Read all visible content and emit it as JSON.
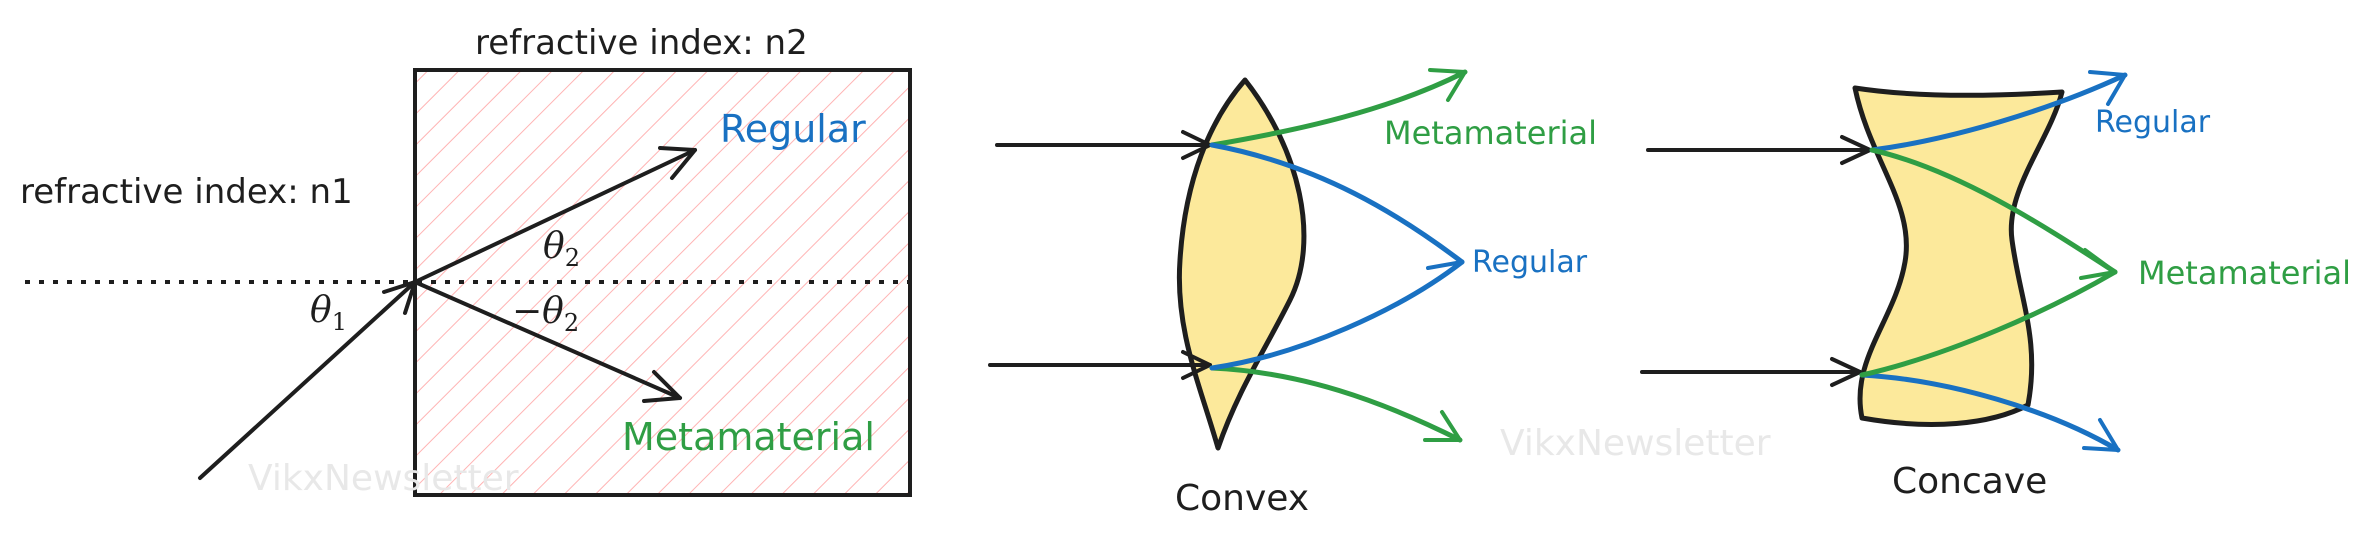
{
  "panel_refraction": {
    "label_n2": "refractive index: n2",
    "label_n1": "refractive index: n1",
    "label_regular": "Regular",
    "label_metamaterial": "Metamaterial",
    "theta1": "θ",
    "theta1_sub": "1",
    "theta2": "θ",
    "theta2_sub": "2",
    "neg_theta2": "−θ",
    "neg_theta2_sub": "2"
  },
  "panel_convex": {
    "caption": "Convex",
    "label_metamaterial": "Metamaterial",
    "label_regular": "Regular"
  },
  "panel_concave": {
    "caption": "Concave",
    "label_regular": "Regular",
    "label_metamaterial": "Metamaterial"
  },
  "watermarks": [
    "VikxNewsletter",
    "VikxNewsletter"
  ],
  "colors": {
    "ink": "#1e1e1e",
    "regular_blue": "#1971c2",
    "metamaterial_green": "#2f9e44",
    "lens_fill": "#fce99b",
    "hatch_red": "#ffc9c9"
  }
}
